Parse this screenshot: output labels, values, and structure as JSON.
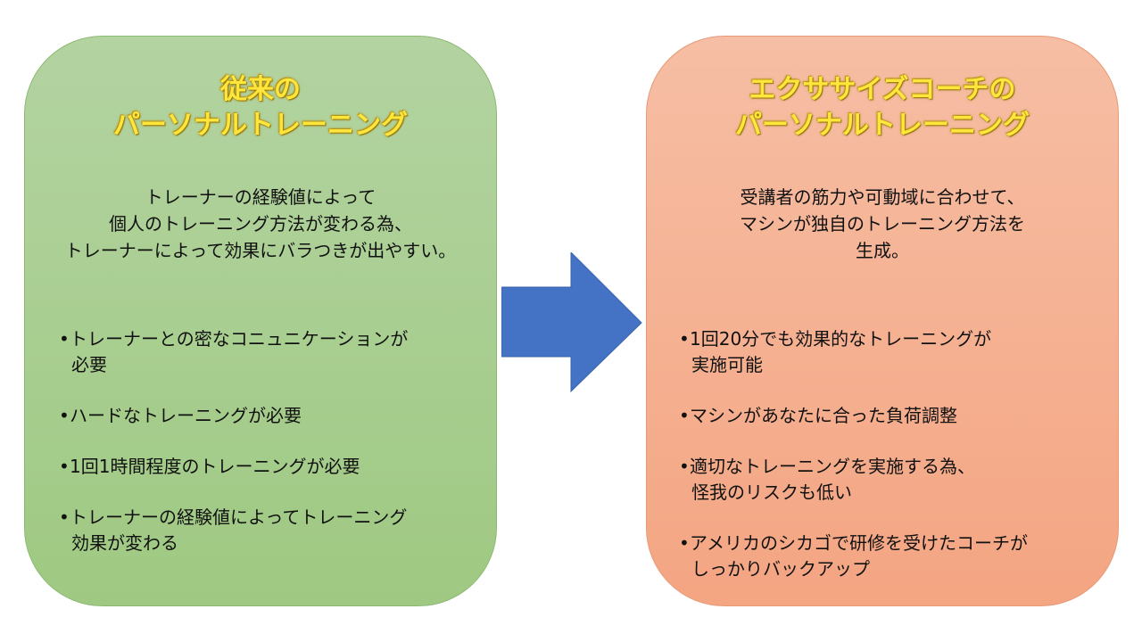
{
  "left": {
    "title": [
      "従来の",
      "パーソナルトレーニング"
    ],
    "description": [
      "トレーナーの経験値によって",
      "個人のトレーニング方法が変わる為、",
      "トレーナーによって効果にバラつきが出やすい。"
    ],
    "bullets": [
      [
        "トレーナーとの密なコニュニケーションが",
        "必要"
      ],
      [
        "ハードなトレーニングが必要"
      ],
      [
        "1回1時間程度のトレーニングが必要"
      ],
      [
        "トレーナーの経験値によってトレーニング",
        "効果が変わる"
      ]
    ],
    "color": "#a9cf93"
  },
  "right": {
    "title": [
      "エクササイズコーチの",
      "パーソナルトレーニング"
    ],
    "description": [
      "受講者の筋力や可動域に合わせて、",
      "マシンが独自のトレーニング方法を",
      "生成。"
    ],
    "bullets": [
      [
        "1回20分でも効果的なトレーニングが",
        "実施可能"
      ],
      [
        "マシンがあなたに合った負荷調整"
      ],
      [
        "適切なトレーニングを実施する為、",
        "怪我のリスクも低い"
      ],
      [
        "アメリカのシカゴで研修を受けたコーチが",
        "しっかりバックアップ"
      ]
    ],
    "color": "#f5ad8c"
  },
  "arrow": {
    "icon": "right-arrow-icon",
    "color": "#4472c4"
  }
}
